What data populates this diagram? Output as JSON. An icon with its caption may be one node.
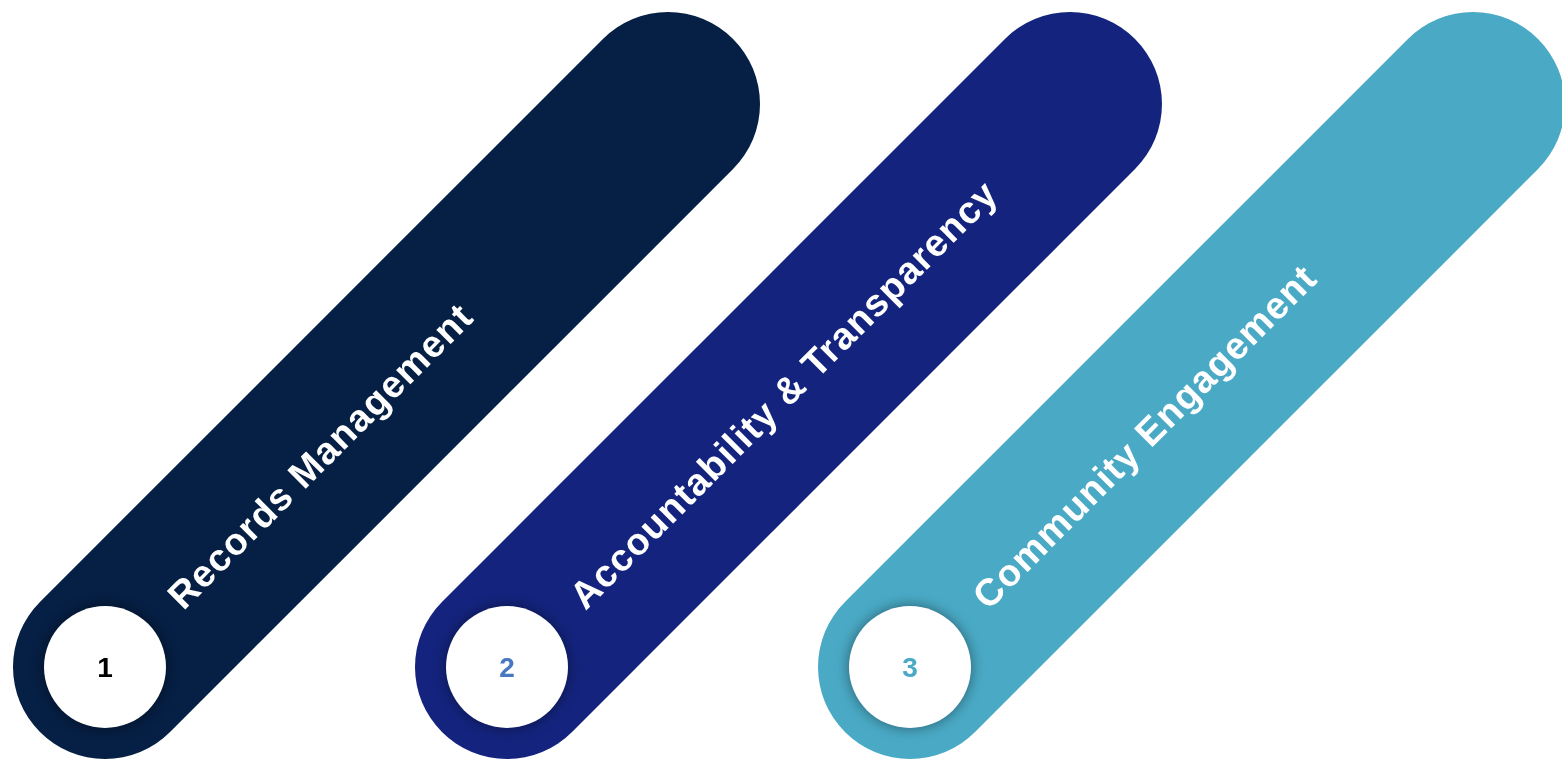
{
  "diagram": {
    "nodes": [
      {
        "text": [
          "Records Management"
        ]
      },
      {
        "text": [
          "1"
        ],
        "in": 0
      },
      {
        "text": [
          "Accountability & Transparency"
        ]
      },
      {
        "text": [
          "2"
        ],
        "in": 2
      },
      {
        "text": [
          "Community Engagement"
        ]
      },
      {
        "text": [
          "3"
        ],
        "in": 4
      }
    ],
    "edges": []
  }
}
